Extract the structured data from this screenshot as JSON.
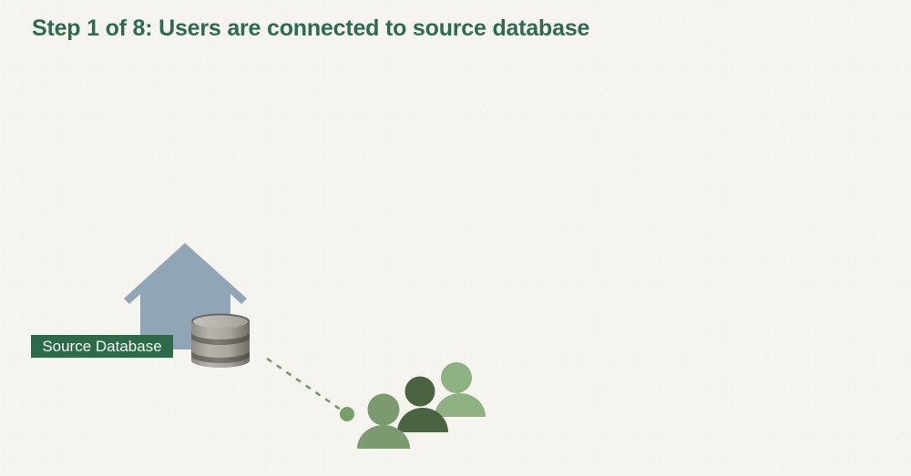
{
  "page": {
    "title": "Step 1 of 8: Users are connected to source database",
    "step_current": 1,
    "step_total": 8
  },
  "diagram": {
    "source_label": "Source Database",
    "icons": {
      "house": "home-icon",
      "database": "database-cylinder-icon",
      "users": "users-group-icon",
      "connector": "dashed-connection-line",
      "connector_end": "connection-endpoint-dot"
    }
  },
  "colors": {
    "background": "#f5f4ee",
    "title_text": "#2e6b4e",
    "label_bg": "#2c6a4a",
    "label_text": "#f5f5f2",
    "house": "#90a5b5",
    "person_back": "#8fb283",
    "person_middle": "#4a6340",
    "person_front": "#7c9a6f",
    "connection": "#6f9a62",
    "connection_dot": "#76a066",
    "cylinder_band": "#6b6861"
  }
}
